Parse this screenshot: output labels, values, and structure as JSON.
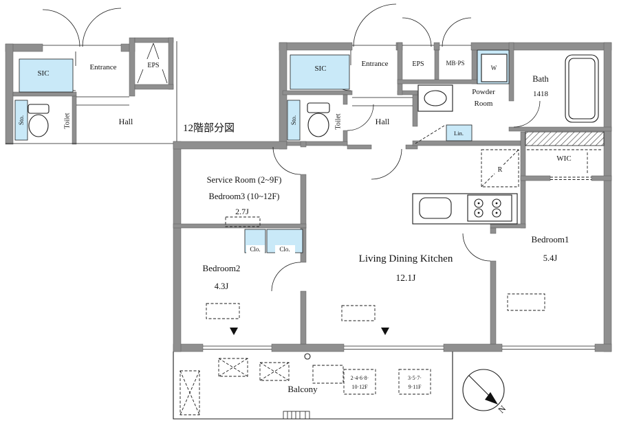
{
  "plan": {
    "inset": {
      "caption": "12階部分図",
      "sic": "SIC",
      "entrance": "Entrance",
      "eps": "EPS",
      "sto": "Sto.",
      "toilet": "Toilet",
      "hall": "Hall"
    },
    "main": {
      "sic": "SIC",
      "entrance": "Entrance",
      "eps": "EPS",
      "mb_ps": "MB·PS",
      "washer": "W",
      "bath": "Bath",
      "bath_size": "1418",
      "powder_line1": "Powder",
      "powder_line2": "Room",
      "sto": "Sto.",
      "toilet": "Toilet",
      "hall": "Hall",
      "linen": "Lin.",
      "wic": "WIC",
      "refrigerator": "R",
      "service_room": "Service Room (2~9F)",
      "bedroom3": "Bedroom3 (10~12F)",
      "service_size": "2.7J",
      "bedroom2": "Bedroom2",
      "bedroom2_size": "4.3J",
      "closet_left": "Clo.",
      "closet_right": "Clo.",
      "ldk": "Living Dining Kitchen",
      "ldk_size": "12.1J",
      "bedroom1": "Bedroom1",
      "bedroom1_size": "5.4J"
    },
    "balcony": {
      "label": "Balcony",
      "note_even_line1": "2·4·6·8·",
      "note_even_line2": "10·12F",
      "note_odd_line1": "3·5·7·",
      "note_odd_line2": "9·11F"
    },
    "compass": {
      "north": "N"
    },
    "colors": {
      "wall": "#8f8f8f",
      "water_blue": "#c9e9f8",
      "line": "#1a1a1a",
      "background": "#ffffff"
    }
  }
}
